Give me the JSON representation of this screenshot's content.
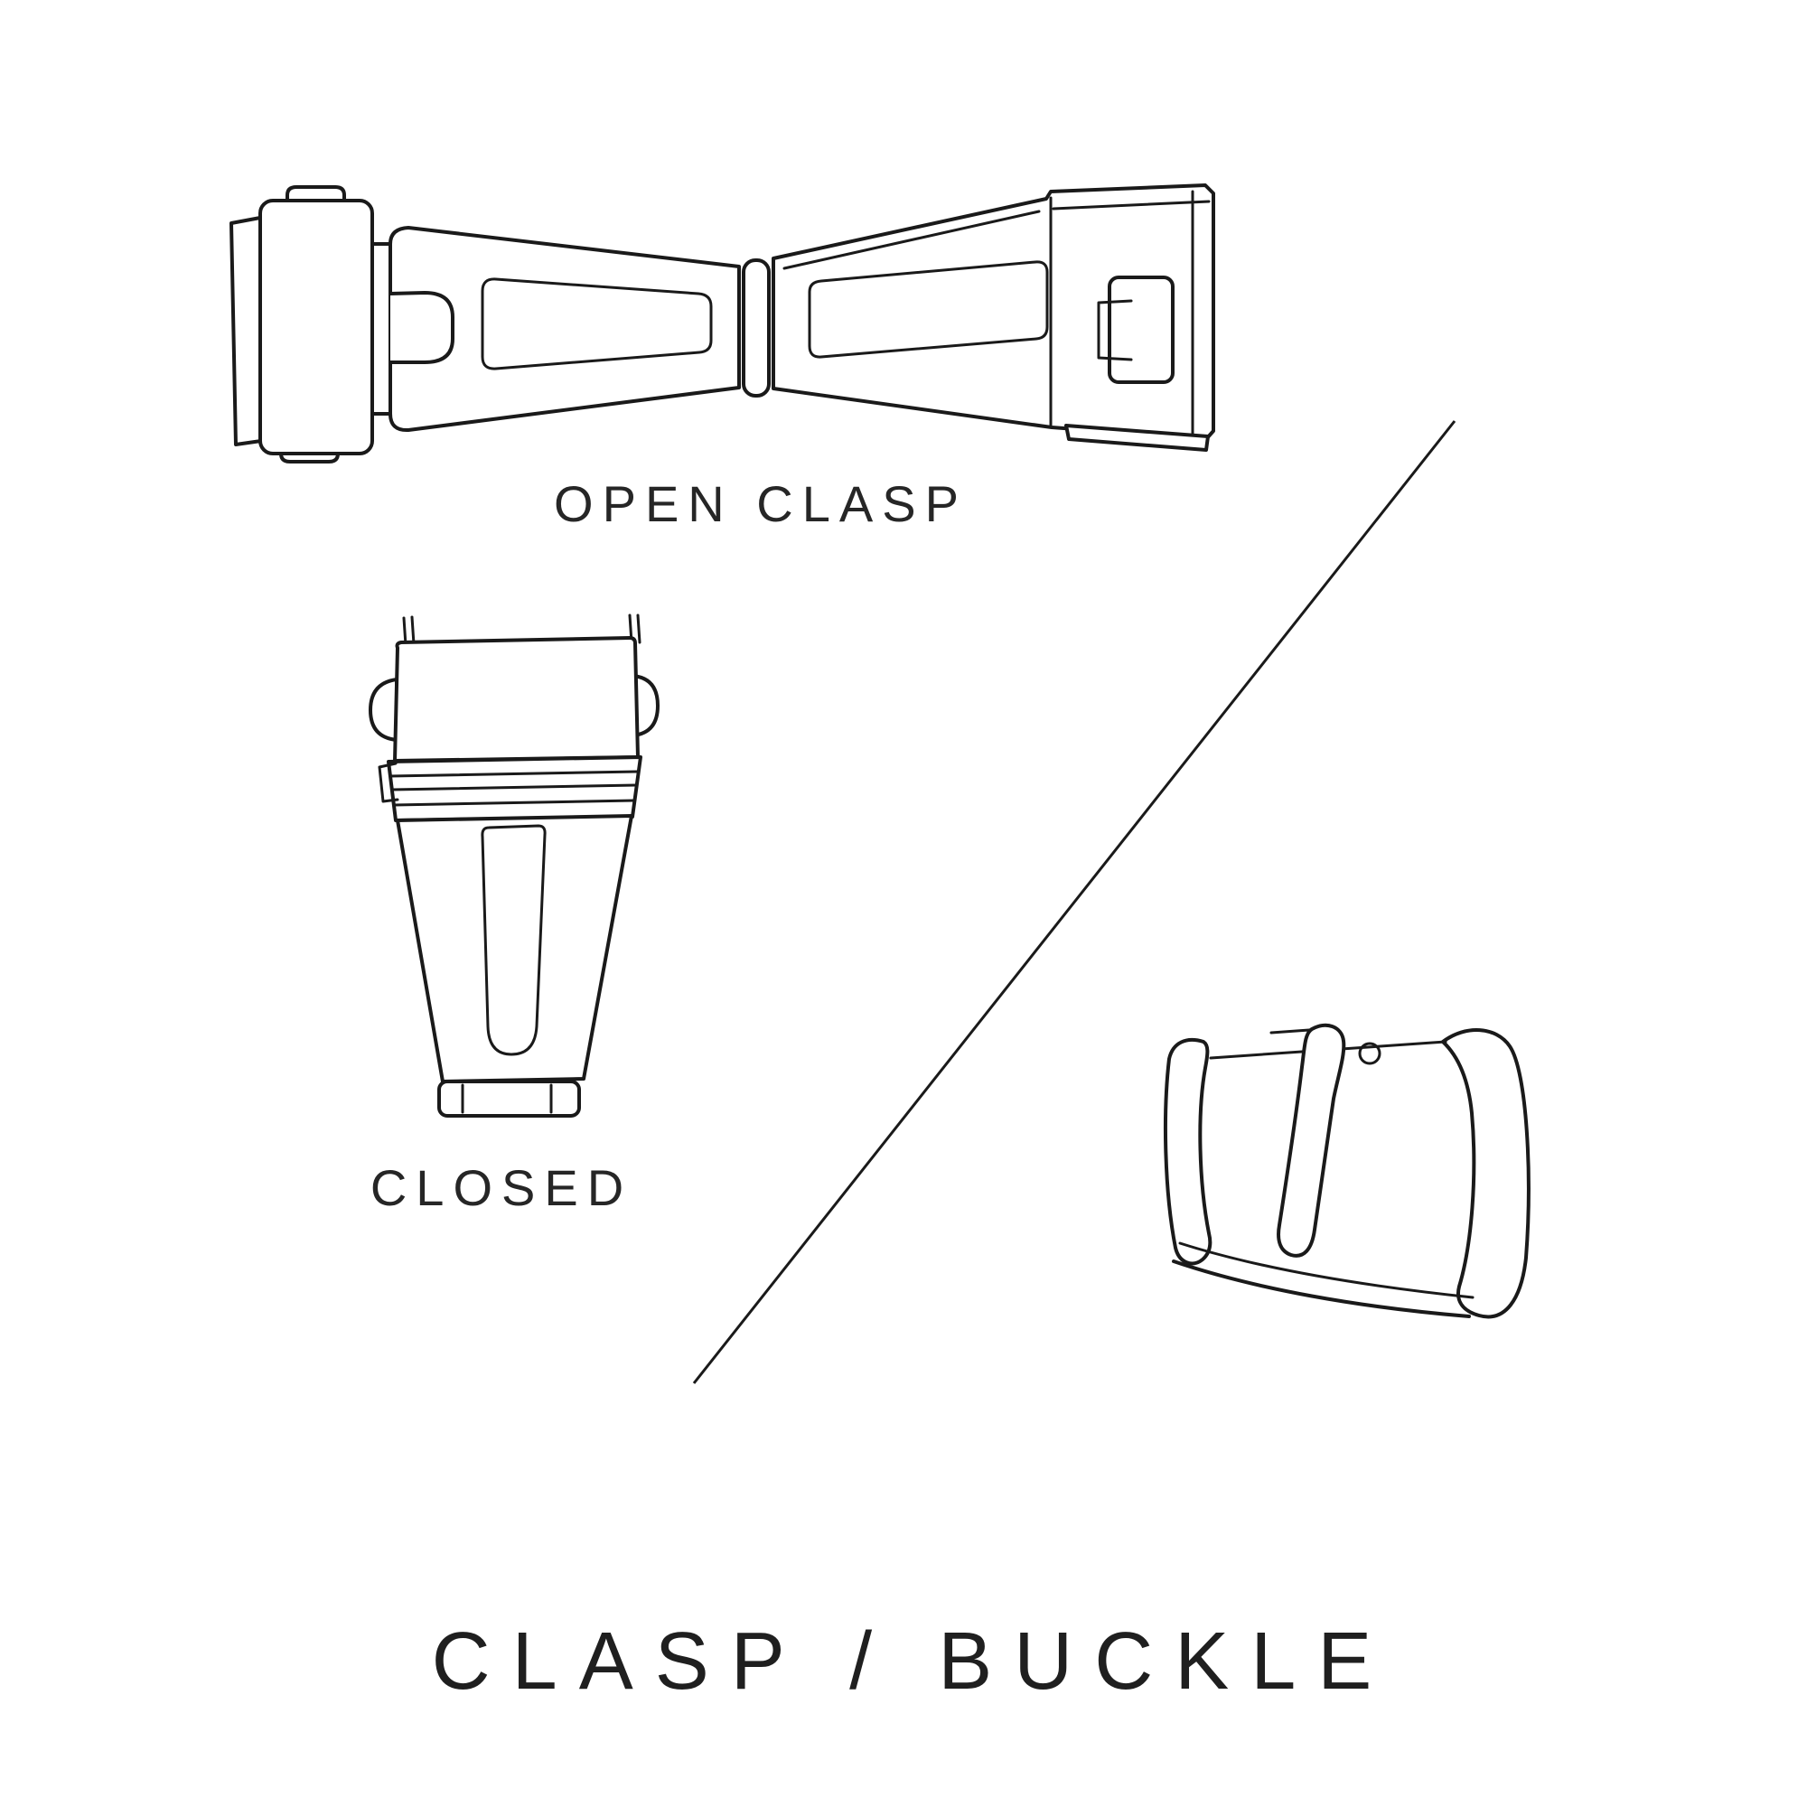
{
  "page": {
    "background": "#ffffff",
    "ink": "#1a1a1a",
    "text_color": "#262626"
  },
  "title": "CLASP / BUCKLE",
  "figures": {
    "open_clasp": {
      "label": "OPEN CLASP"
    },
    "closed_clasp": {
      "label": "CLOSED"
    }
  },
  "illustrations": {
    "open_clasp": "open-clasp-line-drawing",
    "closed_clasp": "closed-clasp-line-drawing",
    "buckle": "tang-buckle-line-drawing",
    "divider": "diagonal-divider-line"
  }
}
